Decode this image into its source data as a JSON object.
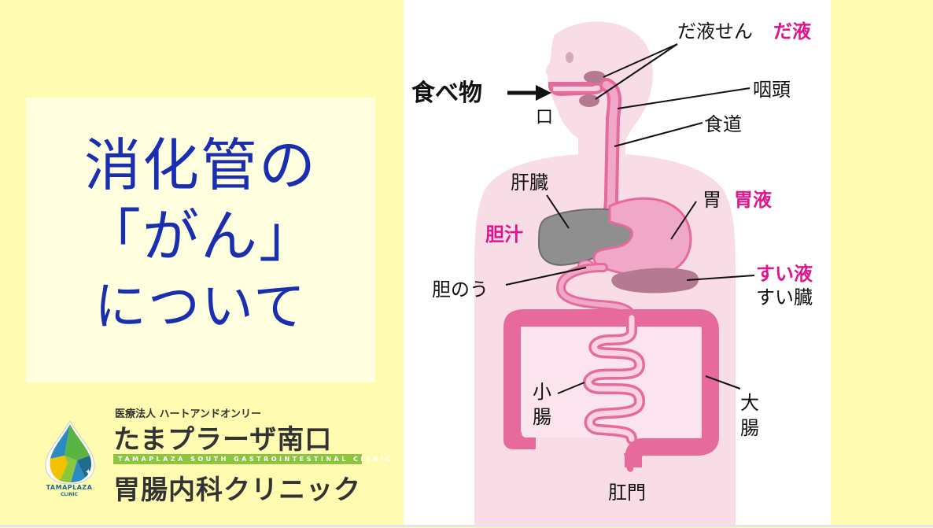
{
  "title": {
    "line1": "消化管の",
    "line2": "「がん」",
    "line3": "について"
  },
  "logo": {
    "corporation": "医療法人 ハートアンドオンリー",
    "clinic_name_line1": "たまプラーザ南口",
    "clinic_name_en": "TAMAPLAZA SOUTH GASTROINTESTINAL CLINIC",
    "clinic_name_line2": "胃腸内科クリニック",
    "mark_text": "TAMAPLAZA",
    "mark_subtext": "CLINIC"
  },
  "diagram": {
    "food": "食べ物",
    "mouth": "口",
    "salivary_gland": "だ液せん",
    "saliva": "だ液",
    "pharynx": "咽頭",
    "esophagus": "食道",
    "liver": "肝臓",
    "bile": "胆汁",
    "stomach": "胃",
    "gastric_juice": "胃液",
    "gallbladder": "胆のう",
    "pancreatic_juice": "すい液",
    "pancreas": "すい臓",
    "small_intestine_1": "小",
    "small_intestine_2": "腸",
    "large_intestine_1": "大",
    "large_intestine_2": "腸",
    "anus": "肛門"
  },
  "colors": {
    "background": "#fffbb0",
    "title_text": "#1a2fb0",
    "accent_label": "#e0148c",
    "body_pink": "#f8dde7",
    "organ_pink": "#f0a8c8",
    "intestine_pink": "#e66a9c",
    "liver_gray": "#8f8f8f",
    "pancreas_mauve": "#b57a92",
    "logo_green": "#8cc63f"
  }
}
